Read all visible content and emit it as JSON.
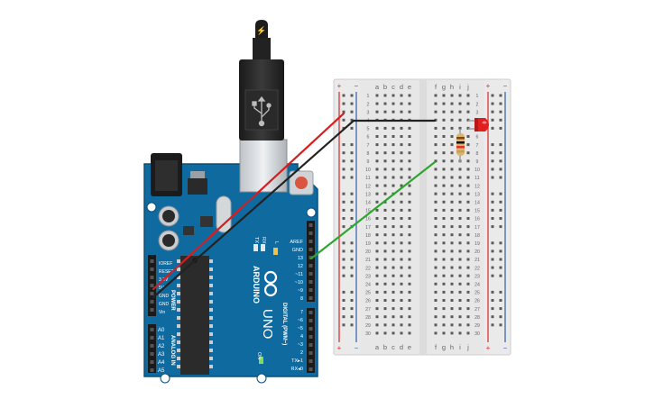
{
  "board": {
    "logo_word": "ARDUINO",
    "model": "UNO",
    "power_header": {
      "section_label": "POWER",
      "pins": [
        "IOREF",
        "RESET",
        "3.3V",
        "5V",
        "GND",
        "GND",
        "Vin"
      ]
    },
    "analog_header": {
      "section_label": "ANALOG IN",
      "pins": [
        "A0",
        "A1",
        "A2",
        "A3",
        "A4",
        "A5"
      ]
    },
    "digital_header": {
      "section_label": "DIGITAL (PWM~)",
      "pins_top": [
        "AREF",
        "GND",
        "13",
        "12",
        "~11",
        "~10",
        "~9",
        "8"
      ],
      "pins_bottom": [
        "7",
        "~6",
        "~5",
        "4",
        "~3",
        "2",
        "TX▸1",
        "RX◂0"
      ]
    },
    "led_labels": [
      "TX",
      "RX",
      "L"
    ],
    "on_label": "ON"
  },
  "usb_cable": {
    "plug_icon": "lightning-bolt-icon",
    "symbol_icon": "usb-trident-icon"
  },
  "breadboard": {
    "left_columns": [
      "a",
      "b",
      "c",
      "d",
      "e"
    ],
    "right_columns": [
      "f",
      "g",
      "h",
      "i",
      "j"
    ],
    "row_numbers": [
      "1",
      "2",
      "3",
      "4",
      "5",
      "6",
      "7",
      "8",
      "9",
      "10",
      "11",
      "12",
      "13",
      "14",
      "15",
      "16",
      "17",
      "18",
      "19",
      "20",
      "21",
      "22",
      "23",
      "24",
      "25",
      "26",
      "27",
      "28",
      "29",
      "30"
    ],
    "rail_plus": "+",
    "rail_minus": "−"
  },
  "components": {
    "led": {
      "color": "#e01f1f",
      "label": "red-led"
    },
    "resistor": {
      "bands": [
        "#7a4a12",
        "#111111",
        "#e0322a",
        "#c8a24a"
      ]
    }
  },
  "wires": [
    {
      "name": "red-5v-wire",
      "color": "#d71e1e",
      "from": "5V",
      "to": "left-positive-rail"
    },
    {
      "name": "black-gnd-wire",
      "color": "#222222",
      "from": "GND",
      "to": "row 3"
    },
    {
      "name": "green-pin13-wire",
      "color": "#2ea62e",
      "from": "13",
      "to": "row 8"
    }
  ],
  "colors": {
    "board_blue": "#0f6aa0",
    "board_edge": "#0b4f78",
    "breadboard": "#e9e9e9",
    "rail_red": "#d42a2a",
    "rail_blue": "#2f5fa8"
  }
}
